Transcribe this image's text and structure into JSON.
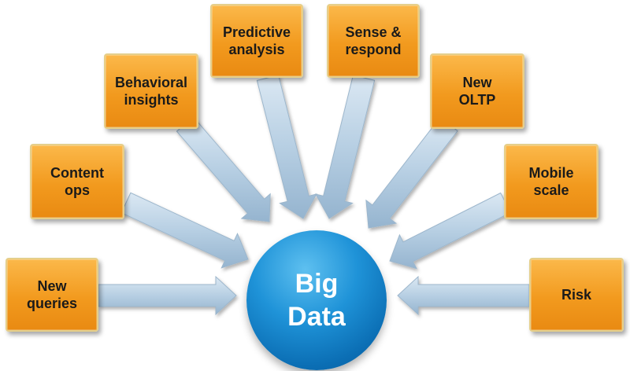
{
  "hub": {
    "label": "Big\nData"
  },
  "nodes": [
    {
      "id": "new-queries",
      "label": "New\nqueries"
    },
    {
      "id": "content-ops",
      "label": "Content\nops"
    },
    {
      "id": "behavioral-insights",
      "label": "Behavioral\ninsights"
    },
    {
      "id": "predictive-analysis",
      "label": "Predictive\nanalysis"
    },
    {
      "id": "sense-respond",
      "label": "Sense &\nrespond"
    },
    {
      "id": "new-oltp",
      "label": "New\nOLTP"
    },
    {
      "id": "mobile-scale",
      "label": "Mobile\nscale"
    },
    {
      "id": "risk",
      "label": "Risk"
    }
  ],
  "colors": {
    "box_fill": "#f29a1e",
    "box_border": "#e5cf8a",
    "arrow_fill": "#b7cfe3",
    "hub_fill": "#1f93d8",
    "hub_text": "#ffffff"
  }
}
